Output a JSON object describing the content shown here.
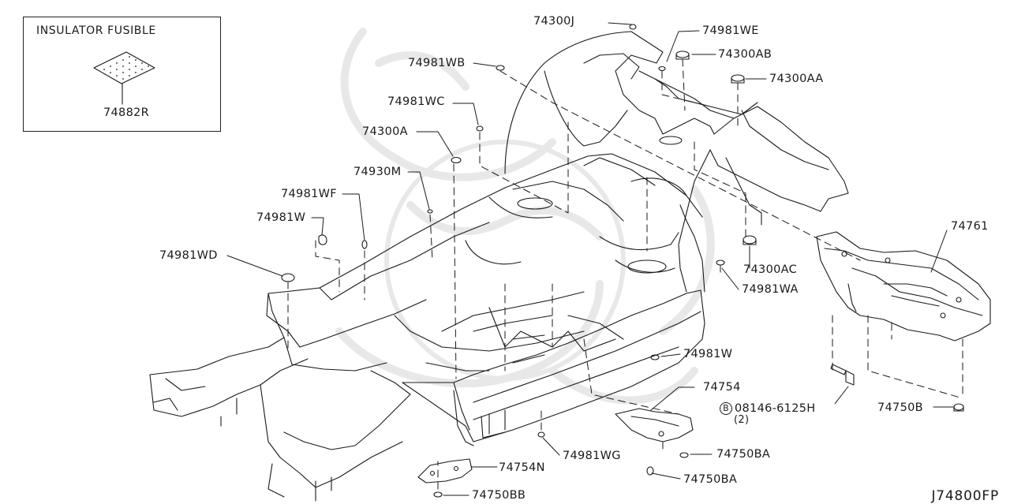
{
  "inset": {
    "title": "INSULATOR FUSIBLE",
    "part": "74882R"
  },
  "diagram_code": "J74800FP",
  "callouts": {
    "p74300J": "74300J",
    "p74981WE": "74981WE",
    "p74300AB": "74300AB",
    "p74981WB": "74981WB",
    "p74300AA": "74300AA",
    "p74981WC": "74981WC",
    "p74300A": "74300A",
    "p74930M": "74930M",
    "p74981WF": "74981WF",
    "p74981W_top": "74981W",
    "p74981WD": "74981WD",
    "p74761": "74761",
    "p74300AC": "74300AC",
    "p74981WA": "74981WA",
    "p74981W_low": "74981W",
    "p74754": "74754",
    "p08146": "08146-6125H",
    "p08146_qty": "(2)",
    "p74750B": "74750B",
    "p74981WG": "74981WG",
    "p74750BA_1": "74750BA",
    "p74754N": "74754N",
    "p74750BA_2": "74750BA",
    "p74750BB": "74750BB"
  },
  "bolt_prefix": "B",
  "colors": {
    "line": "#1a1a1a",
    "watermark": "#e4e4e4"
  }
}
